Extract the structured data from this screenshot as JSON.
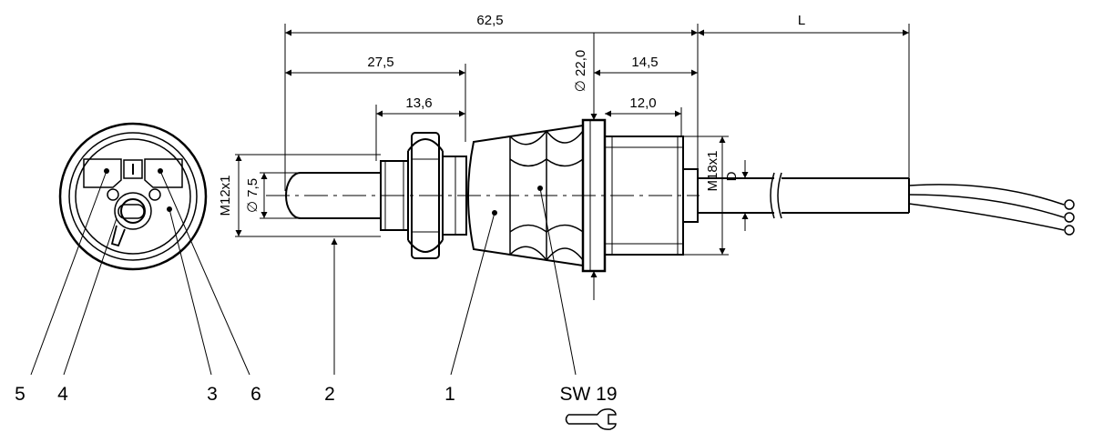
{
  "dimensions": {
    "overall": "62,5",
    "shaft_length": "27,5",
    "thread_length": "13,6",
    "flange_diameter": "∅ 22,0",
    "rear_length": "14,5",
    "rear_thread_length": "12,0",
    "front_thread": "M12x1",
    "probe_diameter": "∅ 7,5",
    "rear_thread": "M18x1",
    "cable_diameter": "D",
    "cable_length": "L"
  },
  "callouts": {
    "c5": "5",
    "c4": "4",
    "c3": "3",
    "c6": "6",
    "c2": "2",
    "c1": "1",
    "wrench": "SW 19"
  },
  "icons": [
    "diameter-symbol",
    "wrench-icon"
  ]
}
